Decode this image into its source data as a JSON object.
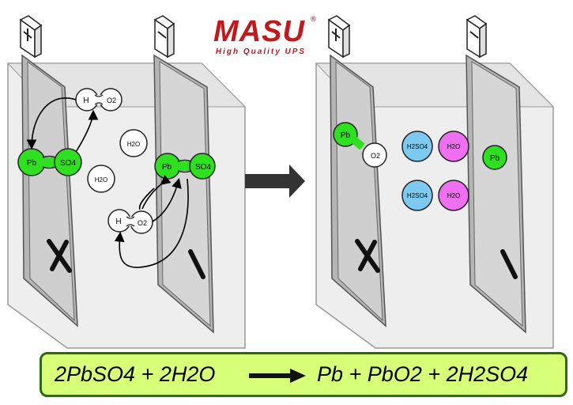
{
  "logo": {
    "word": "MASU",
    "registered": "®",
    "tagline": "High Quality UPS"
  },
  "left_cell": {
    "molecule_pb_so4": {
      "a": "Pb",
      "b": "SO4"
    },
    "molecule_h_o2": {
      "a": "H",
      "b": "O2"
    },
    "water": "H2O",
    "plate_left_sign": "+",
    "plate_right_sign": "-"
  },
  "right_cell": {
    "pb_o2": {
      "a": "Pb",
      "b": "O2"
    },
    "h2so4": "H2SO4",
    "h2o": "H2O",
    "pb": "Pb"
  },
  "equation": {
    "left": "2PbSO4 + 2H2O",
    "right": "Pb + PbO2 + 2H2SO4"
  },
  "colors": {
    "green": "#2ee01f",
    "blue": "#7ec9f0",
    "magenta": "#ee6ff0",
    "equation_fill": "#d8ff78",
    "equation_border": "#2d6a0d",
    "logo": "#c0191e"
  }
}
